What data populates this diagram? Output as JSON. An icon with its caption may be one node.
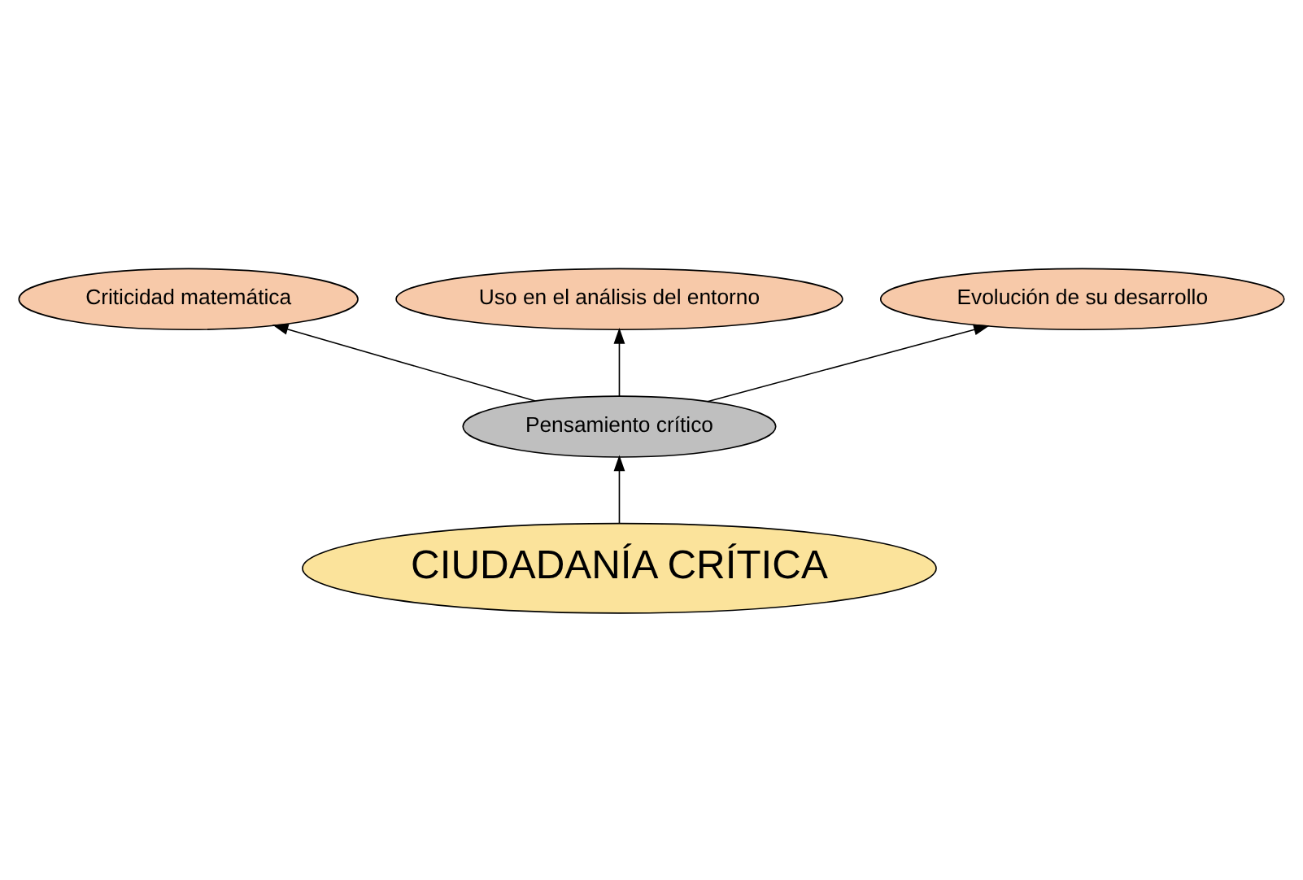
{
  "diagram": {
    "nodes": [
      {
        "text": [
          "Criticidad matemática"
        ]
      },
      {
        "text": [
          "Uso en el análisis del entorno"
        ]
      },
      {
        "text": [
          "Evolución de su desarrollo"
        ]
      },
      {
        "text": [
          "Pensamiento crítico"
        ]
      },
      {
        "text": [
          "CIUDADANÍA CRÍTICA"
        ]
      }
    ],
    "edges": [
      {
        "from": 3,
        "to": 0,
        "arrow": "to"
      },
      {
        "from": 3,
        "to": 1,
        "arrow": "to"
      },
      {
        "from": 3,
        "to": 2,
        "arrow": "to"
      },
      {
        "from": 4,
        "to": 3,
        "arrow": "to"
      }
    ]
  }
}
